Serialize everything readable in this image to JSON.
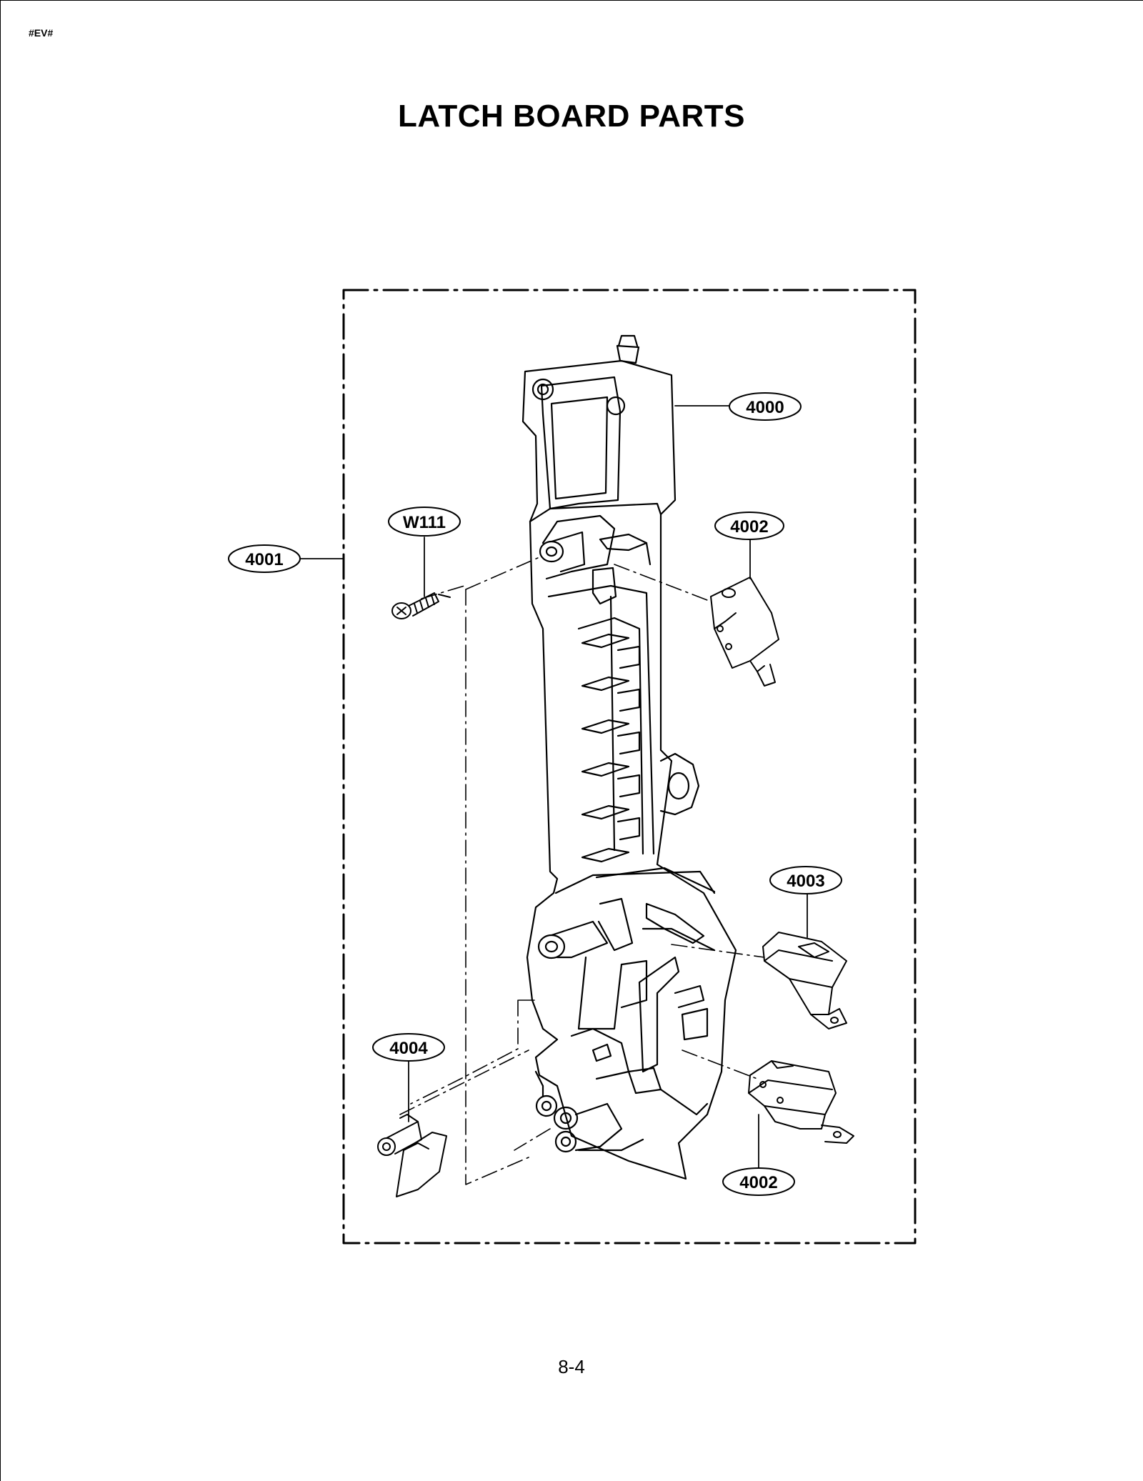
{
  "header": {
    "code": "#EV#"
  },
  "title": "LATCH BOARD PARTS",
  "footer": {
    "page_number": "8-4"
  },
  "callouts": {
    "latch_board": "4000",
    "assembly": "4001",
    "switch_upper": "4002",
    "switch_middle": "4003",
    "lever": "4004",
    "switch_lower": "4002",
    "screw": "W111"
  }
}
